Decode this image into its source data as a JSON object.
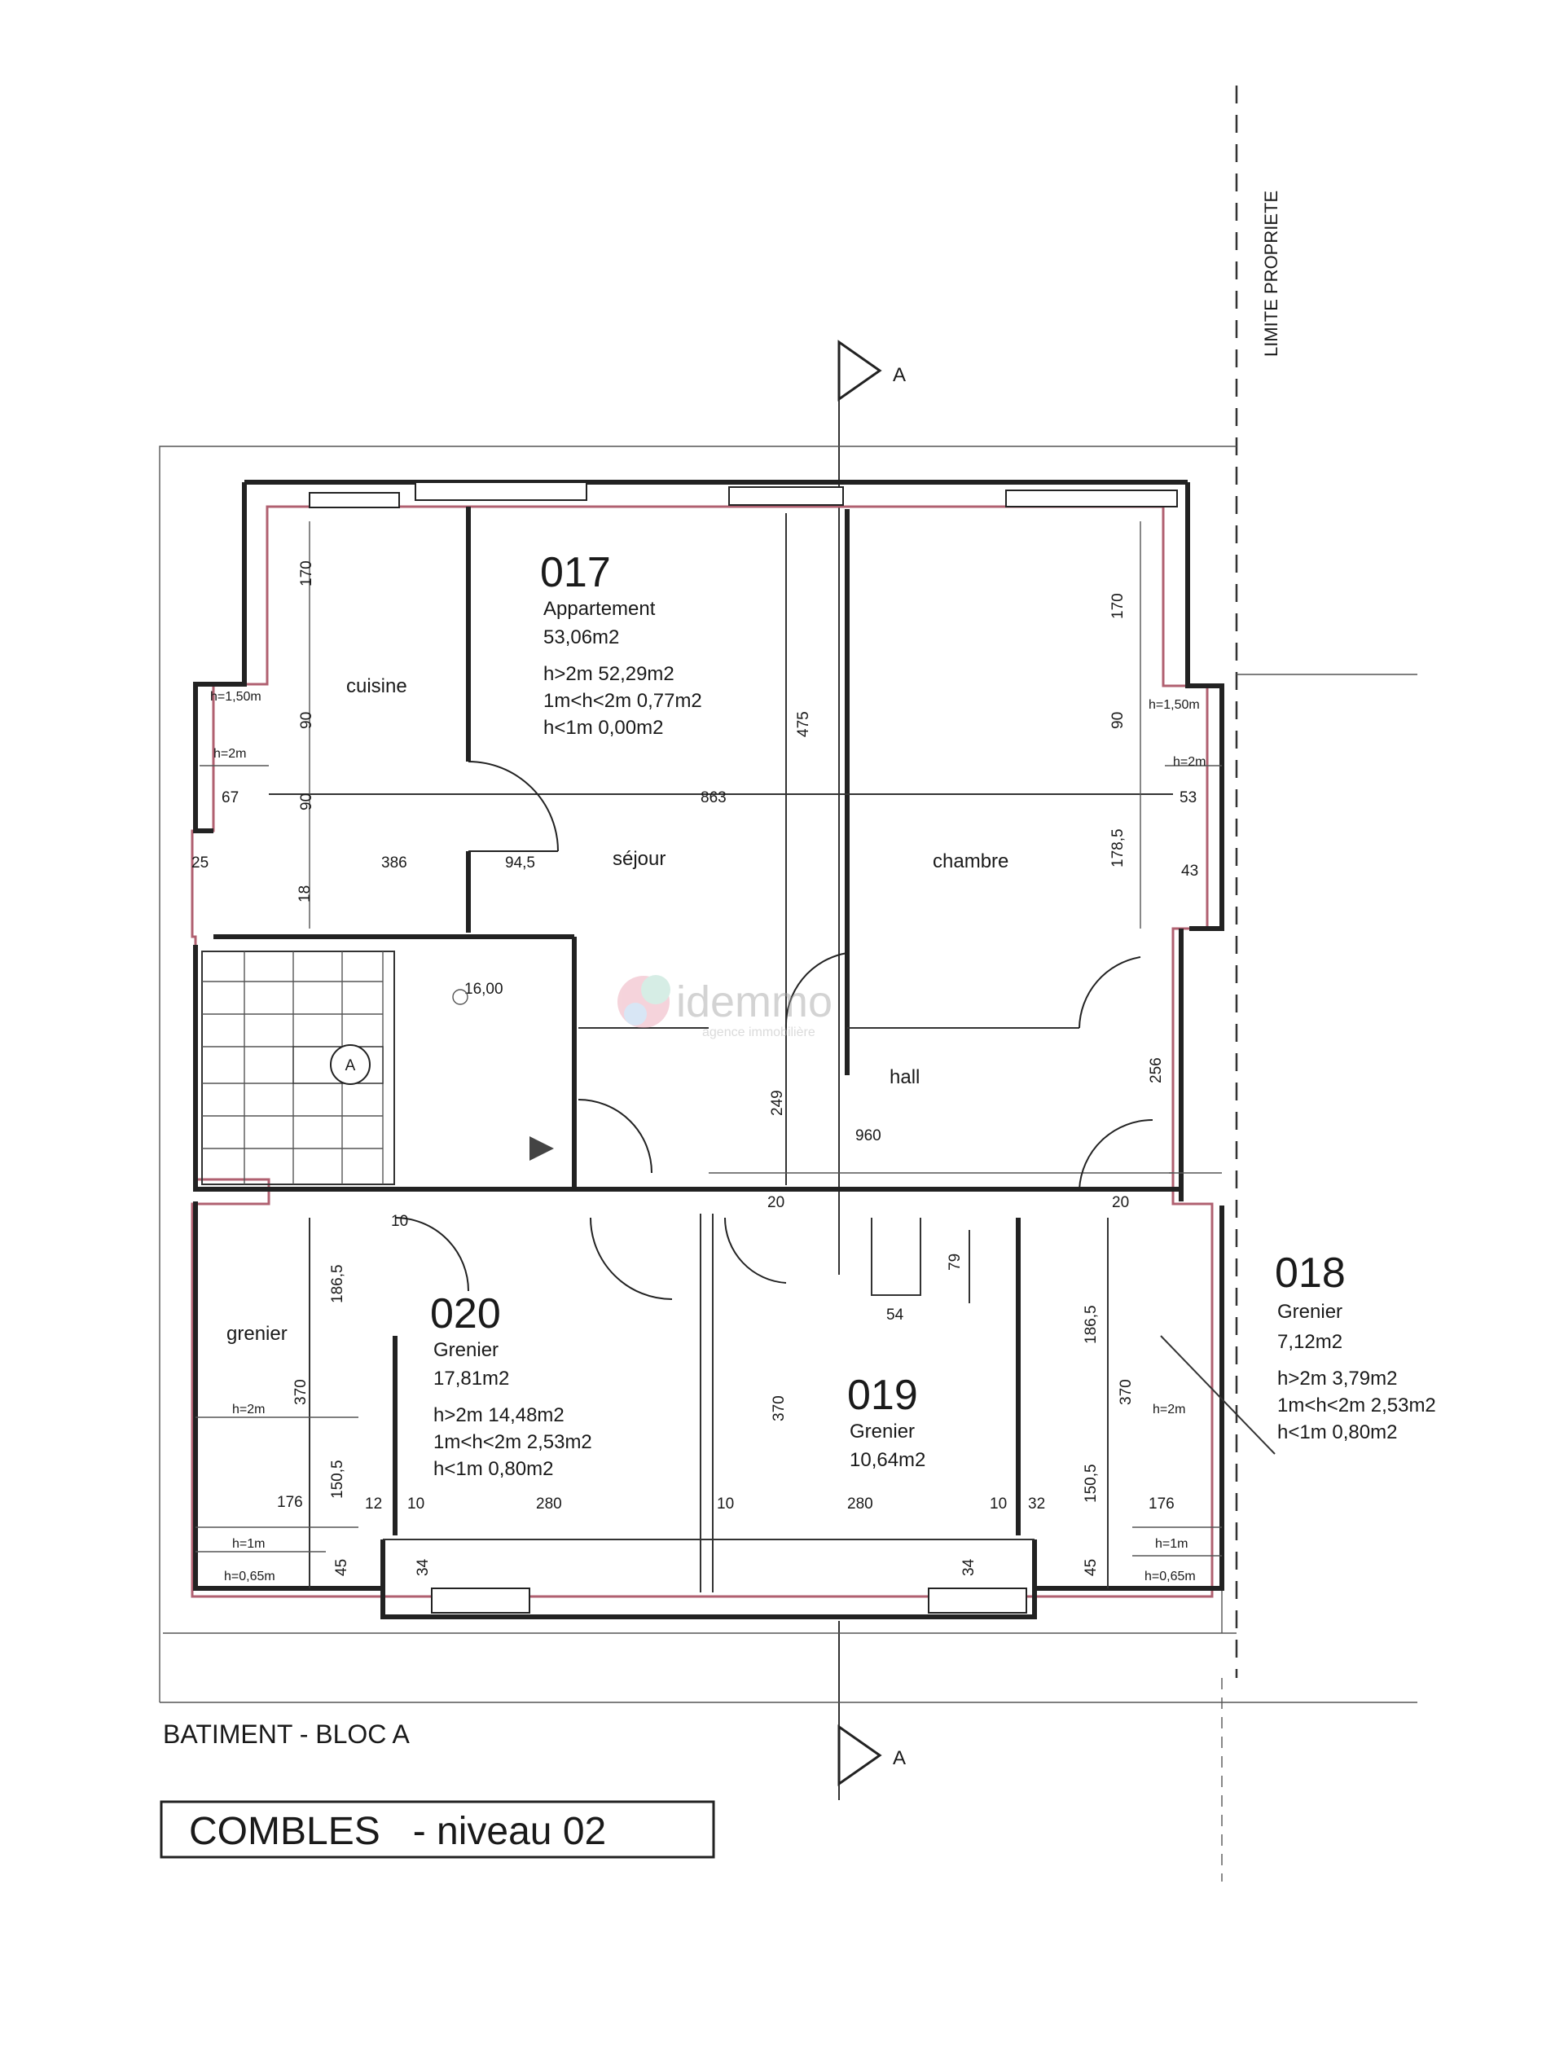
{
  "property_limit_label": "LIMITE PROPRIETE",
  "section_marker": "A",
  "watermark": {
    "brand": "idemmo",
    "tagline": "agence immobilière"
  },
  "building_label": "BATIMENT - BLOC A",
  "level_title": "COMBLES   - niveau 02",
  "stair_marker": "A",
  "stair_level": "16,00",
  "rooms": {
    "r017": {
      "number": "017",
      "type": "Appartement",
      "area": "53,06m2",
      "line1": "h>2m  52,29m2",
      "line2": "1m<h<2m  0,77m2",
      "line3": "h<1m  0,00m2"
    },
    "r018": {
      "number": "018",
      "type": "Grenier",
      "area": "7,12m2",
      "line1": "h>2m  3,79m2",
      "line2": "1m<h<2m  2,53m2",
      "line3": "h<1m  0,80m2"
    },
    "r019": {
      "number": "019",
      "type": "Grenier",
      "area": "10,64m2"
    },
    "r020": {
      "number": "020",
      "type": "Grenier",
      "area": "17,81m2",
      "line1": "h>2m  14,48m2",
      "line2": "1m<h<2m  2,53m2",
      "line3": "h<1m  0,80m2"
    }
  },
  "space_labels": {
    "cuisine": "cuisine",
    "sejour": "séjour",
    "chambre": "chambre",
    "hall": "hall",
    "grenier": "grenier"
  },
  "height_marks": {
    "h150_left": "h=1,50m",
    "h2_left": "h=2m",
    "h150_right": "h=1,50m",
    "h2_right": "h=2m",
    "h2_020": "h=2m",
    "h1_020": "h=1m",
    "h065_020": "h=0,65m",
    "h2_018": "h=2m",
    "h1_018": "h=1m",
    "h065_018": "h=0,65m"
  },
  "dimensions": {
    "d170a": "170",
    "d90a": "90",
    "d90b": "90",
    "d67": "67",
    "d863": "863",
    "d25": "25",
    "d386": "386",
    "d945": "94,5",
    "d18": "18",
    "d475": "475",
    "d170b": "170",
    "d90c": "90",
    "d53": "53",
    "d1785": "178,5",
    "d43": "43",
    "d249": "249",
    "d960": "960",
    "d256": "256",
    "d20a": "20",
    "d20b": "20",
    "d10": "10",
    "d1865a": "186,5",
    "d370a": "370",
    "d176a": "176",
    "d1505a": "150,5",
    "d12": "12",
    "d10b": "10",
    "d280a": "280",
    "d45a": "45",
    "d34a": "34",
    "d370b": "370",
    "d79": "79",
    "d54": "54",
    "d10c": "10",
    "d280b": "280",
    "d10d": "10",
    "d34b": "34",
    "d1865b": "186,5",
    "d370c": "370",
    "d1505b": "150,5",
    "d32": "32",
    "d176b": "176",
    "d45b": "45"
  }
}
